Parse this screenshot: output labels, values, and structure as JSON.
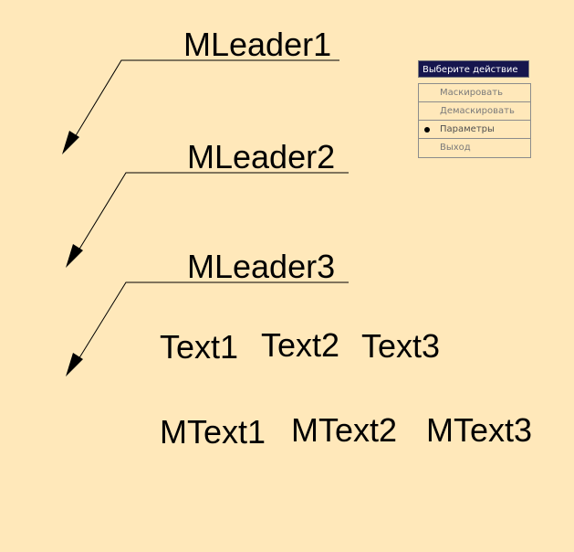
{
  "leaders": [
    {
      "label": "MLeader1"
    },
    {
      "label": "MLeader2"
    },
    {
      "label": "MLeader3"
    }
  ],
  "text_row": [
    "Text1",
    "Text2",
    "Text3"
  ],
  "mtext_row": [
    "MText1",
    "MText2",
    "MText3"
  ],
  "menu": {
    "title": "Выберите действие",
    "items": [
      {
        "label": "Маскировать",
        "selected": false
      },
      {
        "label": "Демаскировать",
        "selected": false
      },
      {
        "label": "Параметры",
        "selected": true
      },
      {
        "label": "Выход",
        "selected": false
      }
    ]
  },
  "colors": {
    "background": "#FFE8BA",
    "menu_header": "#16164E",
    "text": "#000000"
  }
}
